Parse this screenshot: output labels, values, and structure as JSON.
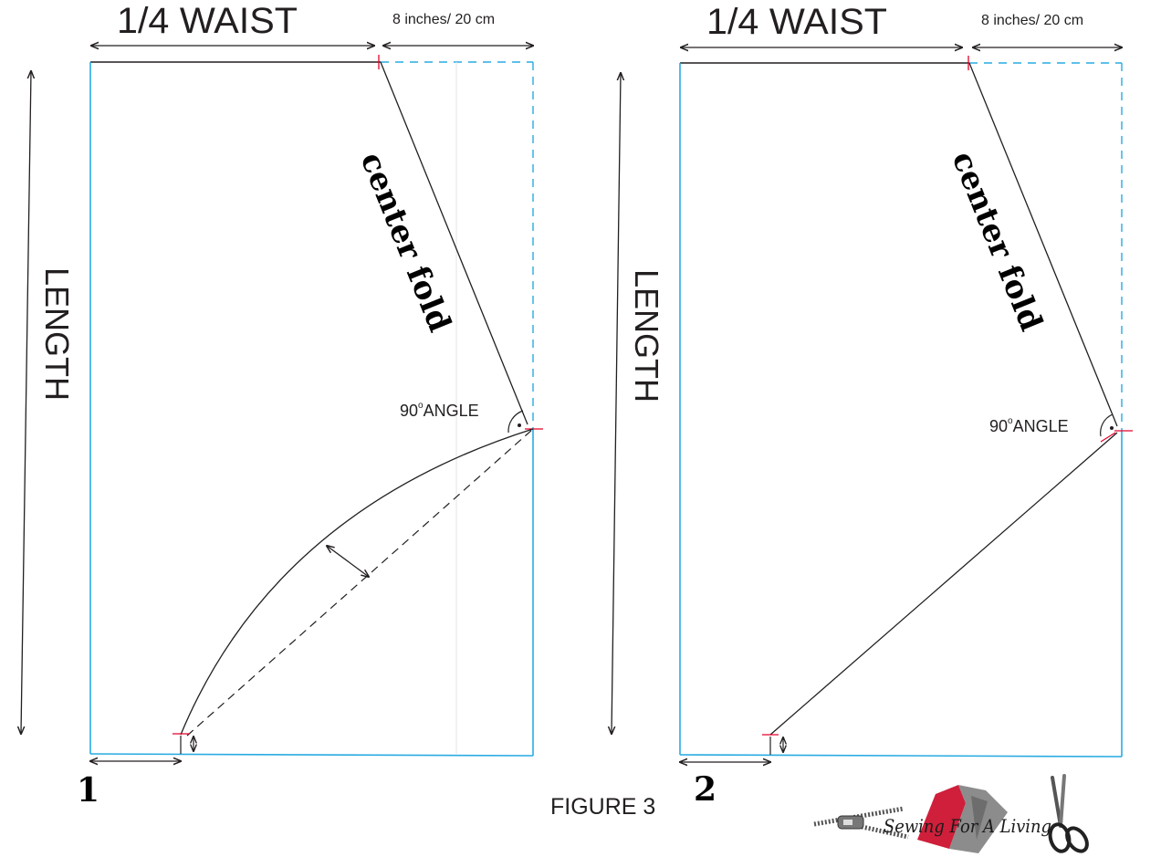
{
  "figure_caption": "FIGURE 3",
  "panels": [
    {
      "number": "1",
      "waist_label": "1/4 WAIST",
      "extension_label": "8 inches/ 20 cm",
      "length_label": "LENGTH",
      "fold_label": "center fold",
      "angle_label": "90",
      "angle_suffix": "ANGLE"
    },
    {
      "number": "2",
      "waist_label": "1/4 WAIST",
      "extension_label": "8 inches/ 20 cm",
      "length_label": "LENGTH",
      "fold_label": "center fold",
      "angle_label": "90",
      "angle_suffix": "ANGLE"
    }
  ],
  "logo": {
    "text": "Sewing For A Living"
  },
  "colors": {
    "outline_blue": "#29abe2",
    "mark_red": "#e4002b",
    "ink": "#231f20"
  }
}
